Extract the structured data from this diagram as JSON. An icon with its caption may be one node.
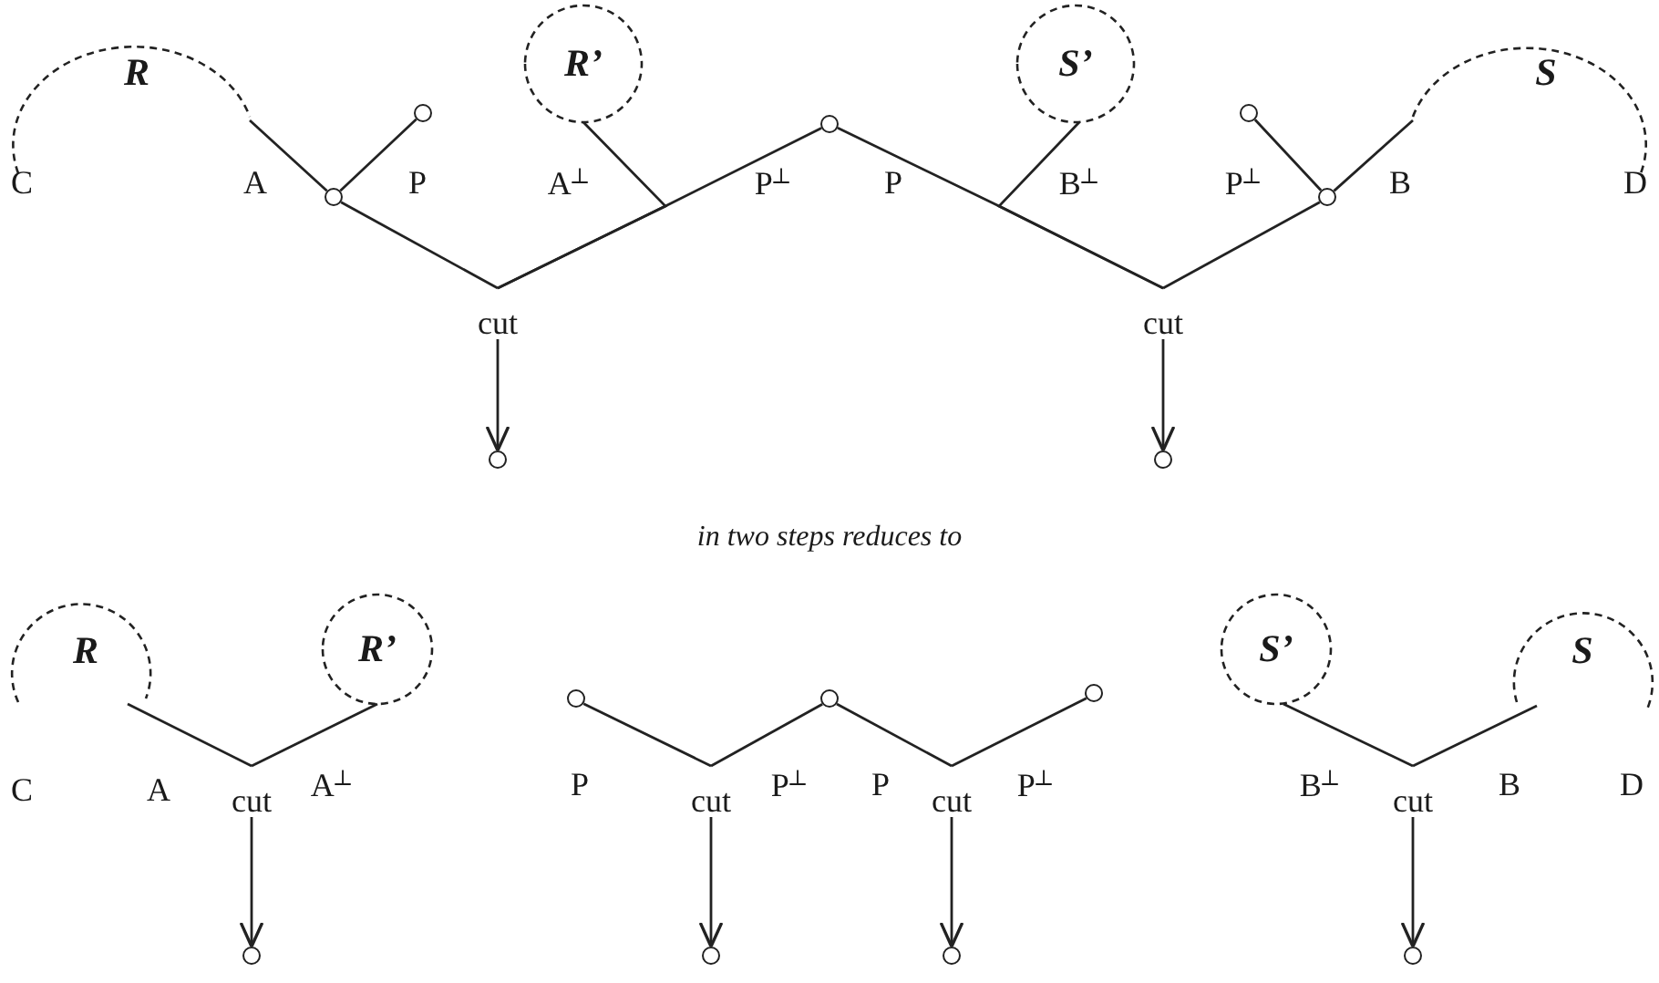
{
  "diagram": {
    "nodes": [
      {
        "text": [
          "R"
        ]
      },
      {
        "text": [
          "R’"
        ]
      },
      {
        "text": [],
        "shape": "circle"
      },
      {
        "text": [
          "S’"
        ]
      },
      {
        "text": [
          "S"
        ]
      },
      {
        "text": [],
        "shape": "circle"
      },
      {
        "text": [],
        "shape": "circle"
      },
      {
        "text": [],
        "shape": "circle"
      },
      {
        "text": [],
        "shape": "circle"
      },
      {
        "text": [
          "cut"
        ]
      },
      {
        "text": [
          "cut"
        ]
      },
      {
        "text": [],
        "shape": "circle"
      },
      {
        "text": [],
        "shape": "circle"
      },
      {
        "text": [
          "R"
        ]
      },
      {
        "text": [
          "R’"
        ]
      },
      {
        "text": [],
        "shape": "circle"
      },
      {
        "text": [],
        "shape": "circle"
      },
      {
        "text": [],
        "shape": "circle"
      },
      {
        "text": [
          "S’"
        ]
      },
      {
        "text": [
          "S"
        ]
      },
      {
        "text": [
          "cut"
        ]
      },
      {
        "text": [
          "cut"
        ]
      },
      {
        "text": [
          "cut"
        ]
      },
      {
        "text": [
          "cut"
        ]
      },
      {
        "text": [],
        "shape": "circle"
      },
      {
        "text": [],
        "shape": "circle"
      },
      {
        "text": [],
        "shape": "circle"
      },
      {
        "text": [],
        "shape": "circle"
      }
    ],
    "edges": [
      {
        "from": 0,
        "to": 6,
        "arrow": "none"
      },
      {
        "from": 5,
        "to": 6,
        "arrow": "none"
      },
      {
        "from": 6,
        "to": 9,
        "arrow": "none"
      },
      {
        "from": 1,
        "to": 9,
        "arrow": "none"
      },
      {
        "from": 2,
        "to": 9,
        "arrow": "none"
      },
      {
        "from": 2,
        "to": 10,
        "arrow": "none"
      },
      {
        "from": 3,
        "to": 10,
        "arrow": "none"
      },
      {
        "from": 7,
        "to": 8,
        "arrow": "none"
      },
      {
        "from": 4,
        "to": 8,
        "arrow": "none"
      },
      {
        "from": 8,
        "to": 10,
        "arrow": "none"
      },
      {
        "from": 9,
        "to": 11,
        "arrow": "to"
      },
      {
        "from": 10,
        "to": 12,
        "arrow": "to"
      },
      {
        "from": 13,
        "to": 20,
        "arrow": "none"
      },
      {
        "from": 14,
        "to": 20,
        "arrow": "none"
      },
      {
        "from": 15,
        "to": 21,
        "arrow": "none"
      },
      {
        "from": 16,
        "to": 21,
        "arrow": "none"
      },
      {
        "from": 16,
        "to": 22,
        "arrow": "none"
      },
      {
        "from": 17,
        "to": 22,
        "arrow": "none"
      },
      {
        "from": 18,
        "to": 23,
        "arrow": "none"
      },
      {
        "from": 19,
        "to": 23,
        "arrow": "none"
      },
      {
        "from": 20,
        "to": 24,
        "arrow": "to"
      },
      {
        "from": 21,
        "to": 25,
        "arrow": "to"
      },
      {
        "from": 22,
        "to": 26,
        "arrow": "to"
      },
      {
        "from": 23,
        "to": 27,
        "arrow": "to"
      }
    ],
    "labels": [
      "C",
      "A",
      "P",
      "A$^{⊥}$",
      "P$^{⊥}$",
      "P",
      "B$^{⊥}$",
      "P$^{⊥}$",
      "B",
      "D",
      "in two steps reduces to",
      "C",
      "A",
      "A$^{⊥}$",
      "P",
      "P$^{⊥}$",
      "P",
      "P$^{⊥}$",
      "B$^{⊥}$",
      "B",
      "D"
    ]
  }
}
